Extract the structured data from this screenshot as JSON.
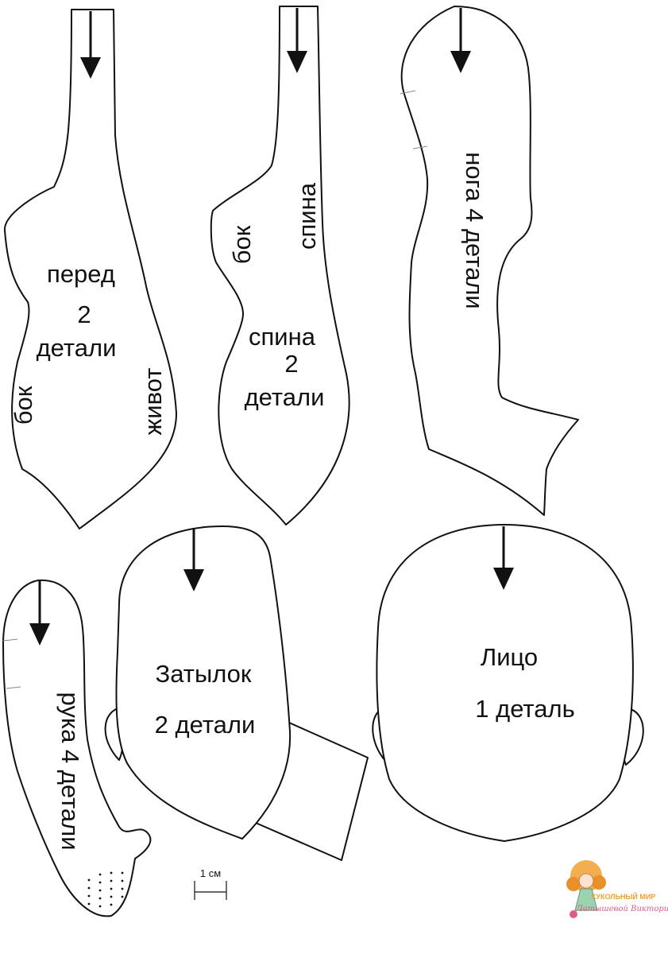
{
  "pieces": {
    "front": {
      "title": "перед",
      "count": "2",
      "unit": "детали",
      "side": "бок",
      "belly": "живот"
    },
    "back": {
      "side": "бок",
      "back_top": "спина",
      "title": "спина",
      "count": "2",
      "unit": "детали"
    },
    "leg": {
      "label": "нога 4 детали"
    },
    "arm": {
      "label": "рука 4 детали"
    },
    "nape": {
      "title": "Затылок",
      "count_label": "2 детали"
    },
    "face": {
      "title": "Лицо",
      "count_label": "1 деталь"
    }
  },
  "scale": {
    "label": "1 см"
  },
  "logo": {
    "line1": "КУКОЛЬНЫЙ МИР",
    "line2": "Латышевой Виктории",
    "accent": "#f0a030",
    "accent2": "#e05a8a"
  }
}
